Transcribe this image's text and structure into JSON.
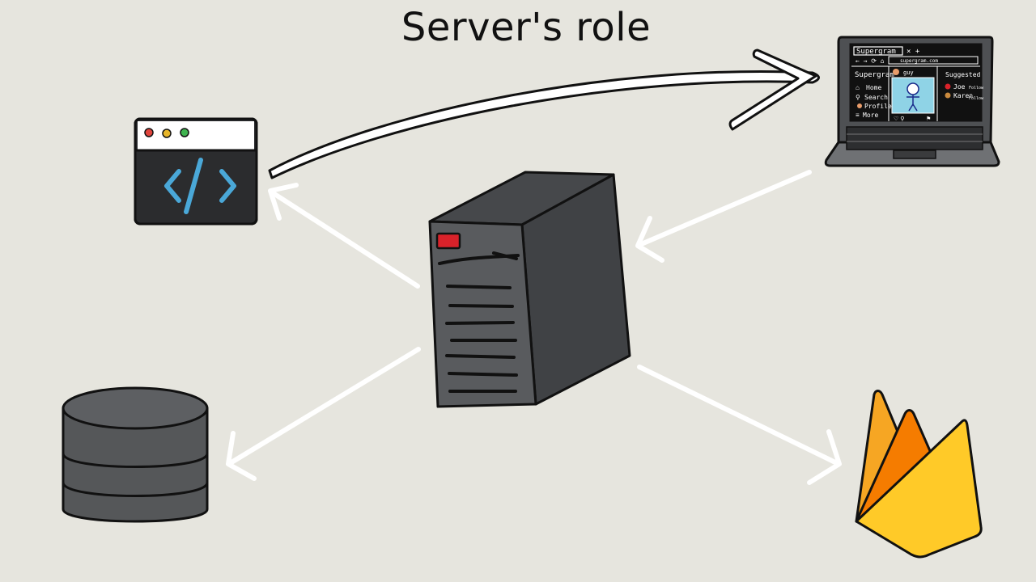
{
  "diagram": {
    "title": "Server's role",
    "colors": {
      "background": "#e6e5de",
      "server_body": "#595b5e",
      "server_led": "#d9222a",
      "code_window_body": "#2b2c2e",
      "code_brackets": "#4aa8d8",
      "traffic_lights": [
        "#e0443c",
        "#e8b62a",
        "#3fb34f"
      ],
      "database": "#555759",
      "firebase_orange": "#f57c00",
      "firebase_yellow": "#ffca28",
      "arrow": "#ffffff"
    },
    "nodes": {
      "server": {
        "icon": "server-tower-icon"
      },
      "web_app": {
        "icon": "code-window-icon"
      },
      "client": {
        "icon": "laptop-icon"
      },
      "database": {
        "icon": "database-icon"
      },
      "firebase": {
        "icon": "firebase-flame-icon"
      }
    },
    "laptop_screen": {
      "tab": "Supergram",
      "url": "supergram.com",
      "brand": "Supergram",
      "nav": [
        "Home",
        "Search",
        "Profile",
        "More"
      ],
      "profile_name": "guy",
      "suggested_title": "Suggested",
      "suggested": [
        {
          "name": "Joe",
          "action": "Follow"
        },
        {
          "name": "Karen",
          "action": "Follow"
        }
      ]
    },
    "connections": [
      {
        "from": "server",
        "to": "web_app",
        "style": "straight"
      },
      {
        "from": "client",
        "to": "server",
        "style": "straight"
      },
      {
        "from": "server",
        "to": "database",
        "style": "straight"
      },
      {
        "from": "server",
        "to": "firebase",
        "style": "straight"
      },
      {
        "from": "web_app",
        "to": "client",
        "style": "curved"
      }
    ]
  }
}
